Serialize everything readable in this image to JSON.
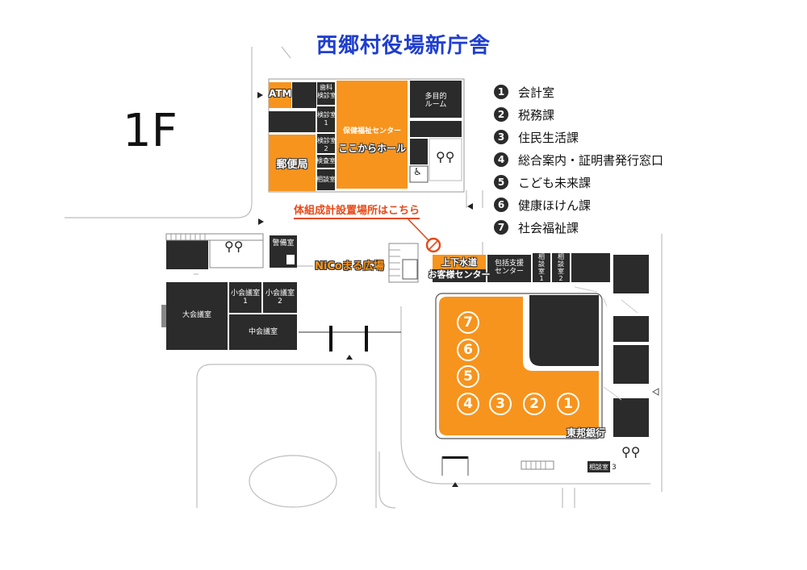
{
  "title": "西郷村役場新庁舎",
  "floor": "1F",
  "legend": [
    {
      "num": "1",
      "label": "会計室"
    },
    {
      "num": "2",
      "label": "税務課"
    },
    {
      "num": "3",
      "label": "住民生活課"
    },
    {
      "num": "4",
      "label": "総合案内・証明書発行窓口"
    },
    {
      "num": "5",
      "label": "こども未来課"
    },
    {
      "num": "6",
      "label": "健康ほけん課"
    },
    {
      "num": "7",
      "label": "社会福祉課"
    }
  ],
  "rooms": {
    "atm": "ATM",
    "dental": "歯科\n検診室",
    "exam1": "検診室\n1",
    "exam2": "検診室\n2",
    "inspection": "検査室",
    "consult": "相談室",
    "health_center": "保健福祉センター",
    "kokokara_hall": "ここからホール",
    "post_office": "郵便局",
    "multipurpose": "多目的\nルーム",
    "guard": "警備室",
    "large_conf": "大会議室",
    "small_conf1": "小会議室\n1",
    "small_conf2": "小会議室\n2",
    "mid_conf": "中会議室",
    "plaza": "NiCoまる広場",
    "water": "上下水道\nお客様センター",
    "support": "包括支援\nセンター",
    "consult1": "相\n談\n室\n1",
    "consult2": "相\n談\n室\n2",
    "consult3": "相談室",
    "consult3_num": "3",
    "bank": "東邦銀行"
  },
  "survey_label": "体組成計設置場所はこちら",
  "counter_numbers": [
    "7",
    "6",
    "5",
    "4",
    "3",
    "2",
    "1"
  ],
  "colors": {
    "accent": "#f7941d",
    "room": "#2b2b2b",
    "title": "#1f3ecf",
    "survey": "#e64a19"
  }
}
